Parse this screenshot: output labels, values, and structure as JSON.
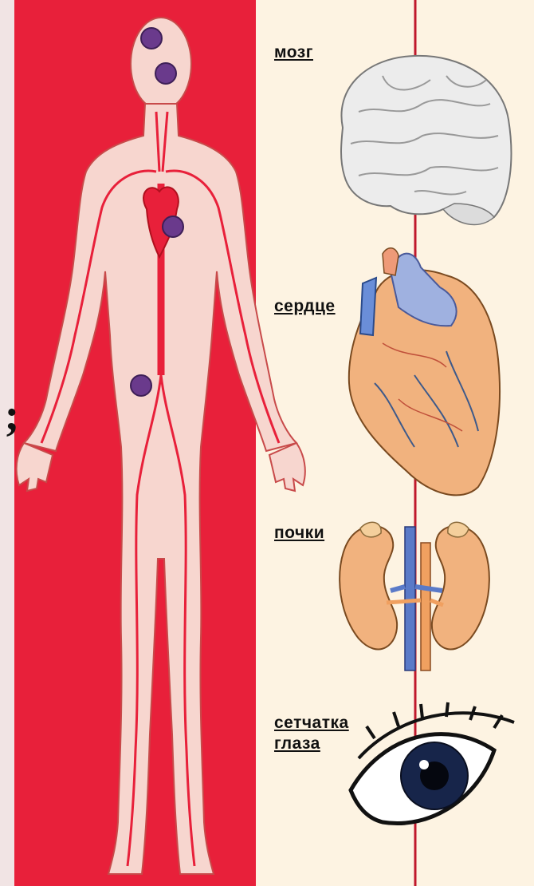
{
  "semicolon": ";",
  "organs": {
    "brain_label": "мозг",
    "heart_label": "сердце",
    "kidneys_label": "почки",
    "retina_label_line1": "сетчатка",
    "retina_label_line2": "глаза"
  },
  "colors": {
    "panel_red": "#e8203a",
    "panel_cream": "#fdf3e2",
    "body_skin": "#f7d6cf",
    "artery": "#e8203a",
    "target_dot": "#6a3a8c"
  }
}
